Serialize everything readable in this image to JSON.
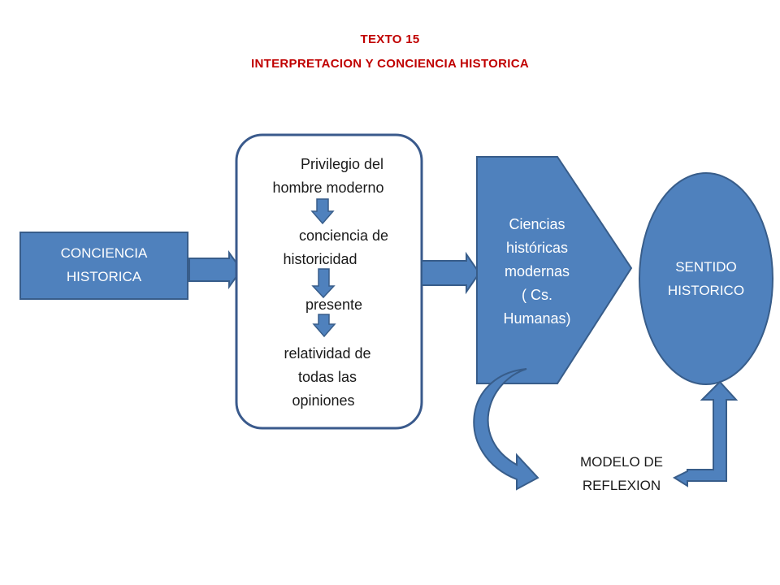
{
  "header": {
    "title_line1": "TEXTO 15",
    "title_line2": "INTERPRETACION Y CONCIENCIA HISTORICA"
  },
  "nodes": {
    "conciencia": [
      "CONCIENCIA",
      "HISTORICA"
    ],
    "privilegio": [
      "Privilegio del",
      "hombre moderno"
    ],
    "historicidad": [
      "conciencia de",
      "historicidad"
    ],
    "presente": "presente",
    "relatividad": [
      "relatividad de",
      "todas las",
      "opiniones"
    ],
    "ciencias": [
      "Ciencias",
      "históricas",
      "modernas",
      "( Cs.",
      "Humanas)"
    ],
    "sentido": [
      "SENTIDO",
      "HISTORICO"
    ],
    "modelo": [
      "MODELO DE",
      "REFLEXION"
    ]
  },
  "colors": {
    "title": "#c00000",
    "shape_fill": "#4f81bd",
    "shape_stroke": "#385d8a",
    "box_stroke": "#3a5a8c",
    "text_light": "#ffffff",
    "text_dark": "#1a1a1a"
  }
}
